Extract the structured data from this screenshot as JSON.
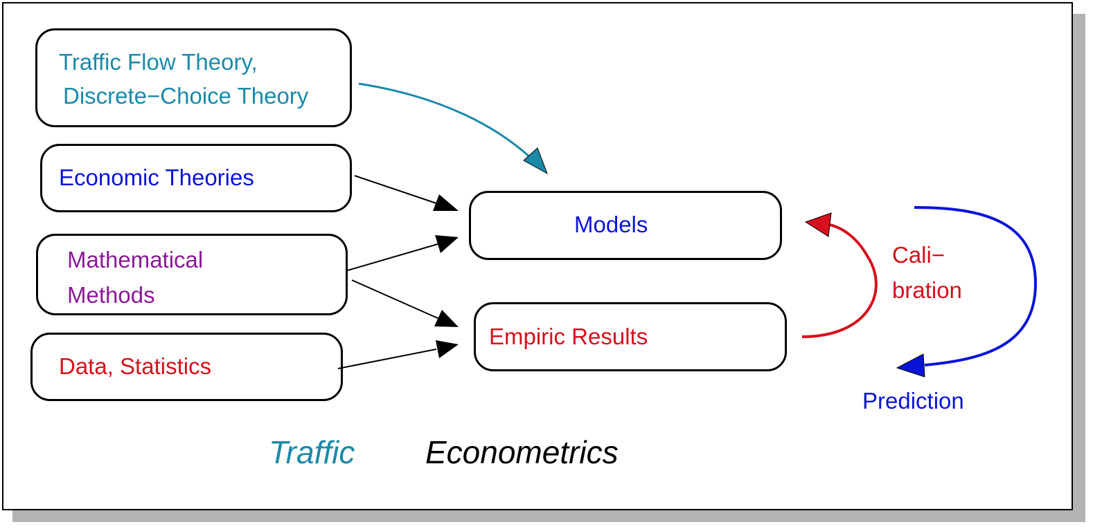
{
  "boxes": {
    "traffic_flow_line1": "Traffic Flow Theory,",
    "traffic_flow_line2": "Discrete−Choice Theory",
    "economic_theories": "Economic Theories",
    "mathematical_line1": "Mathematical",
    "mathematical_line2": "Methods",
    "data_statistics": "Data, Statistics",
    "models": "Models",
    "empiric_results": "Empiric Results"
  },
  "loop_labels": {
    "calibration_line1": "Cali−",
    "calibration_line2": "bration",
    "prediction": "Prediction"
  },
  "captions": {
    "traffic": "Traffic",
    "econometrics": "Econometrics"
  },
  "colors": {
    "teal": "#1a8aa8",
    "blue": "#0a14d8",
    "purple": "#8a1a96",
    "red": "#d6101c",
    "black": "#000000"
  }
}
